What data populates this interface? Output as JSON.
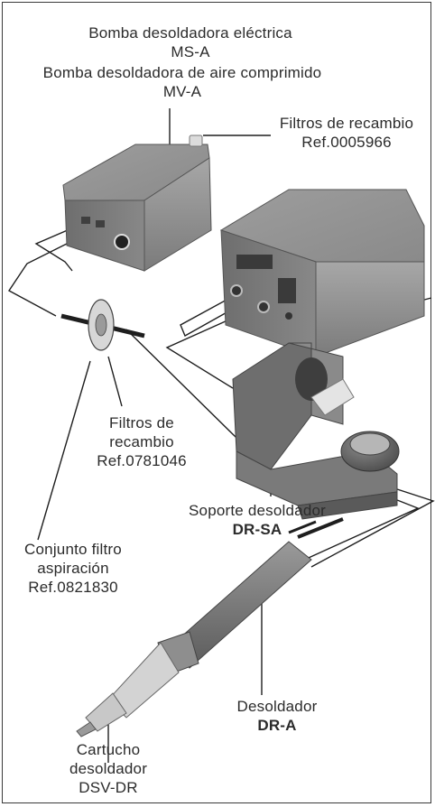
{
  "labels": {
    "pump_electric": {
      "line1": "Bomba  desoldadora  eléctrica",
      "line2": "MS-A"
    },
    "pump_air": {
      "line1": "Bomba  desoldadora  de  aire  comprimido",
      "line2": "MV-A"
    },
    "pump_filters": {
      "line1": "Filtros de recambio",
      "line2": "Ref.0005966"
    },
    "inline_filters": {
      "line1": "Filtros de",
      "line2": "recambio",
      "line3": "Ref.0781046"
    },
    "stand": {
      "line1": "Soporte  desoldador",
      "line2": "DR-SA"
    },
    "filter_set": {
      "line1": "Conjunto  filtro",
      "line2": "aspiración",
      "line3": "Ref.0821830"
    },
    "desoldering_iron": {
      "line1": "Desoldador",
      "line2": "DR-A"
    },
    "cartridge": {
      "line1": "Cartucho",
      "line2": "desoldador",
      "line3": "DSV-DR"
    }
  },
  "colors": {
    "text": "#2b2b2b",
    "device_body": "#8a8a8a",
    "device_dark": "#5f5f5f",
    "device_light": "#b5b5b5",
    "line": "#1e1e1e"
  }
}
